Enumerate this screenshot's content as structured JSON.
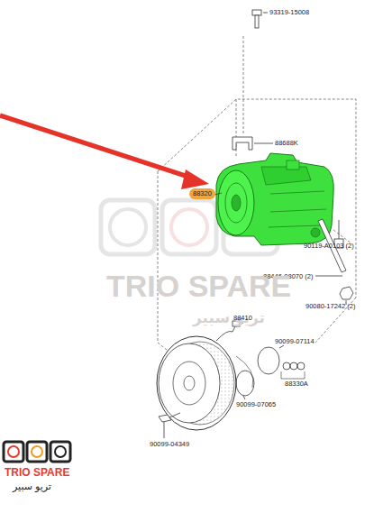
{
  "diagram": {
    "labels": [
      "93319-15008",
      "88688K",
      "88320",
      "90119-A0103 (2)",
      "88446-08070 (2)",
      "90080-17242 (2)",
      "TRIO SPARE",
      "تريو سبير",
      "88410",
      "90099-07114",
      "88330A",
      "90099-07065",
      "90099-04349",
      "TRIO SPARE",
      "تريو سبير"
    ]
  }
}
